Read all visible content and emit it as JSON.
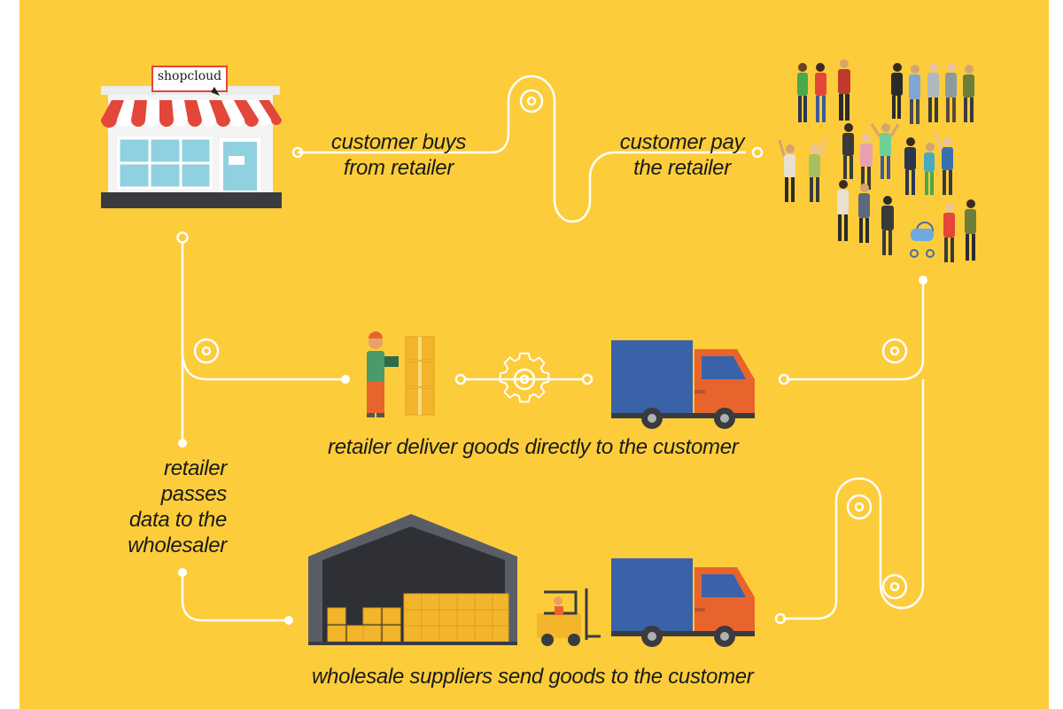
{
  "store": {
    "sign_text": "shopcloud"
  },
  "labels": {
    "customer_buys": [
      "customer buys",
      "from retailer"
    ],
    "customer_pay": [
      "customer pay",
      "the retailer"
    ],
    "retailer_deliver": "retailer deliver goods directly to the customer",
    "retailer_passes": [
      "retailer",
      "passes",
      "data to the",
      "wholesaler"
    ],
    "wholesale_send": "wholesale suppliers send goods to the customer"
  },
  "colors": {
    "background": "#fccc3a",
    "flow_line": "#ffffff",
    "truck_cargo": "#3a62a8",
    "truck_cab": "#e8642c",
    "awning_red": "#e2473a",
    "box": "#f2b52c",
    "warehouse": "#5a5d66"
  },
  "icons": [
    "shop-icon",
    "crowd-icon",
    "worker-with-boxes-icon",
    "gear-icon",
    "delivery-truck-icon",
    "warehouse-icon",
    "forklift-icon"
  ]
}
